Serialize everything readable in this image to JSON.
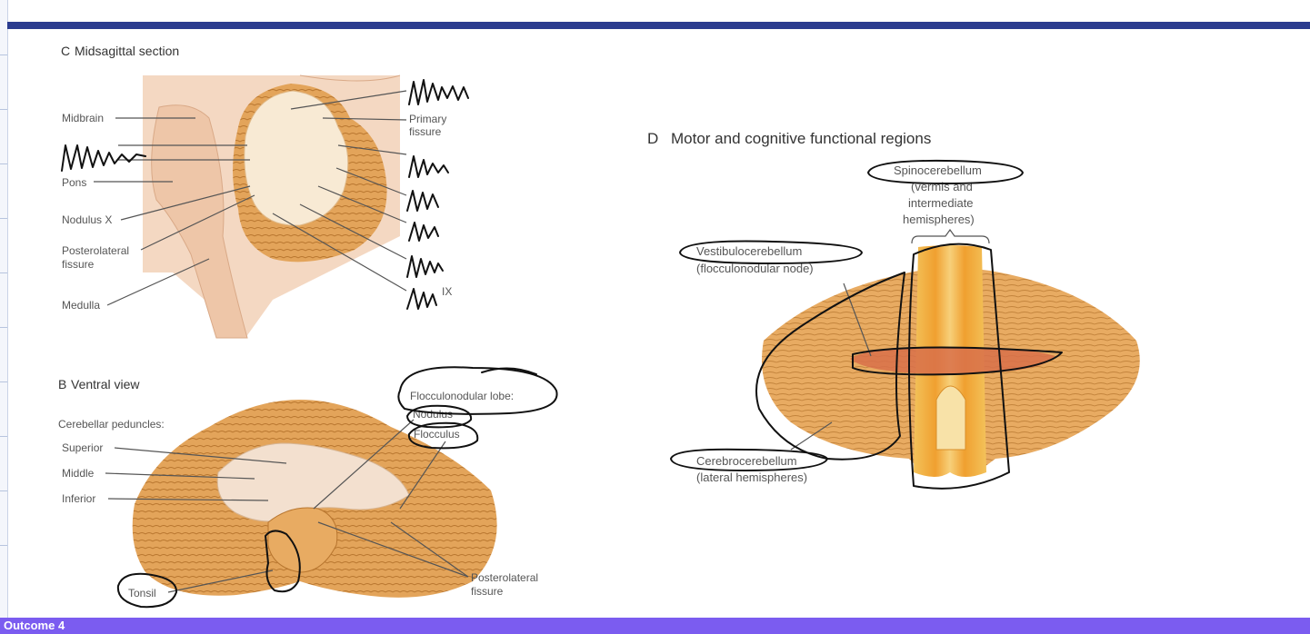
{
  "panel_c": {
    "letter": "C",
    "title": "Midsagittal section",
    "labels_left": {
      "midbrain": "Midbrain",
      "pons": "Pons",
      "nodulus": "Nodulus X",
      "posterolateral_1": "Posterolateral",
      "posterolateral_2": "fissure",
      "medulla": "Medulla"
    },
    "labels_right": {
      "primary_1": "Primary",
      "primary_2": "fissure",
      "ix": "IX"
    }
  },
  "panel_b": {
    "letter": "B",
    "title": "Ventral view",
    "peduncles_heading": "Cerebellar peduncles:",
    "superior": "Superior",
    "middle": "Middle",
    "inferior": "Inferior",
    "flocculonodular": "Flocculonodular lobe:",
    "nodulus": "Nodulus",
    "flocculus": "Flocculus",
    "tonsil": "Tonsil",
    "posterolateral_1": "Posterolateral",
    "posterolateral_2": "fissure"
  },
  "panel_d": {
    "letter": "D",
    "title": "Motor and cognitive functional regions",
    "spino_1": "Spinocerebellum",
    "spino_2": "(vermis and",
    "spino_3": "intermediate",
    "spino_4": "hemispheres)",
    "vestibulo_1": "Vestibulocerebellum",
    "vestibulo_2": "(flocculonodular node)",
    "cerebro_1": "Cerebrocerebellum",
    "cerebro_2": "(lateral hemispheres)"
  },
  "footer": {
    "label": "Outcome 4"
  },
  "colors": {
    "header": "#2b3c8f",
    "footer": "#7b5cf0",
    "cerebellum_tan": "#e3a45a",
    "vermis_orange": "#f0a030",
    "vestibulo_red": "#d8704a"
  }
}
